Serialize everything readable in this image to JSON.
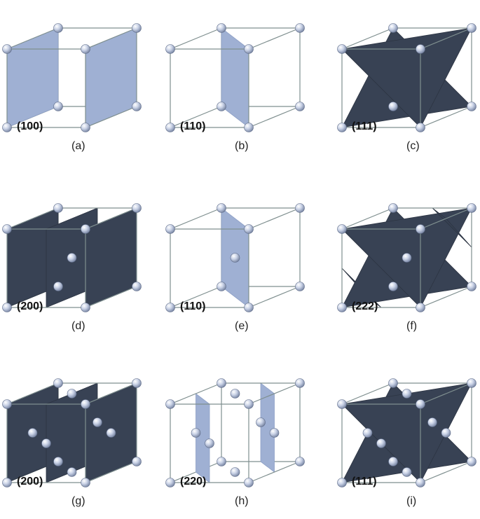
{
  "palette": {
    "plane_light": "#9fb0d3",
    "plane_dark": "#384254",
    "edge": "#7f8f8f",
    "atom": "#c9d2e6"
  },
  "panels": [
    {
      "key": "a",
      "miller": "(100)",
      "caption": "(a)",
      "lattice": "sc",
      "plane_shade": "light",
      "planes": "100"
    },
    {
      "key": "b",
      "miller": "(110)",
      "caption": "(b)",
      "lattice": "sc",
      "plane_shade": "light",
      "planes": "110"
    },
    {
      "key": "c",
      "miller": "(111)",
      "caption": "(c)",
      "lattice": "sc",
      "plane_shade": "dark",
      "planes": "111"
    },
    {
      "key": "d",
      "miller": "(200)",
      "caption": "(d)",
      "lattice": "bcc",
      "plane_shade": "dark",
      "planes": "200"
    },
    {
      "key": "e",
      "miller": "(110)",
      "caption": "(e)",
      "lattice": "bcc",
      "plane_shade": "light",
      "planes": "110"
    },
    {
      "key": "f",
      "miller": "(222)",
      "caption": "(f)",
      "lattice": "bcc",
      "plane_shade": "dark",
      "planes": "222"
    },
    {
      "key": "g",
      "miller": "(200)",
      "caption": "(g)",
      "lattice": "fcc",
      "plane_shade": "dark",
      "planes": "200"
    },
    {
      "key": "h",
      "miller": "(220)",
      "caption": "(h)",
      "lattice": "fcc",
      "plane_shade": "light",
      "planes": "220"
    },
    {
      "key": "i",
      "miller": "(111)",
      "caption": "(i)",
      "lattice": "fcc",
      "plane_shade": "dark",
      "planes": "111"
    }
  ]
}
